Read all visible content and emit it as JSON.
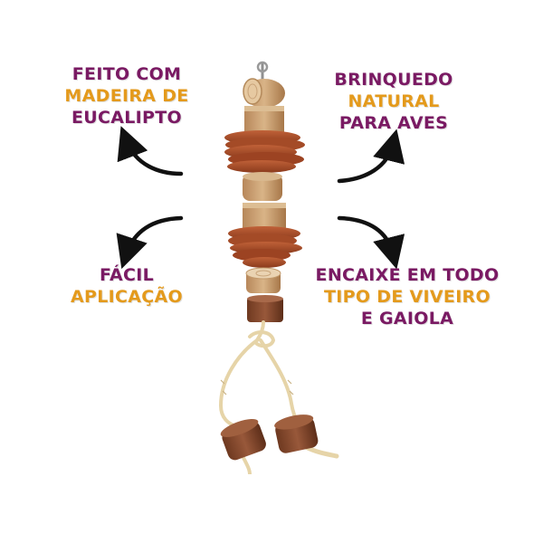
{
  "callouts": {
    "top_left": {
      "line1": "FEITO COM",
      "line2": "MADEIRA DE",
      "line3": "EUCALIPTO"
    },
    "top_right": {
      "line1": "BRINQUEDO",
      "line2": "NATURAL",
      "line3": "PARA AVES"
    },
    "bottom_left": {
      "line1": "FÁCIL",
      "line2": "APLICAÇÃO"
    },
    "bottom_right": {
      "line1": "ENCAIXE EM TODO",
      "line2": "TIPO DE VIVEIRO",
      "line3": "E GAIOLA"
    }
  },
  "colors": {
    "primary_text": "#7a1a63",
    "accent_text": "#e49a1c",
    "arrows": "#111111",
    "background": "#ffffff"
  },
  "icons": [
    "curved-arrow-icon",
    "bird-toy-image"
  ]
}
